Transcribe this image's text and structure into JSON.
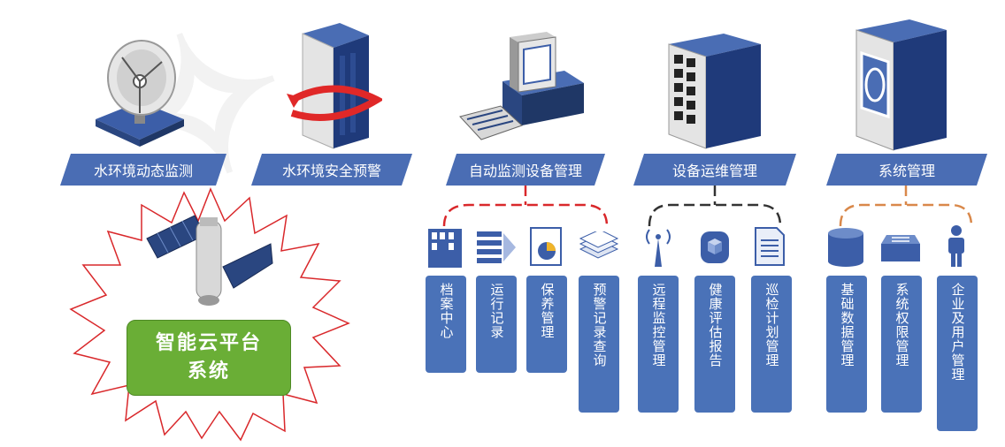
{
  "categories": [
    {
      "label": "水环境动态监测",
      "icon": "satellite-dish-icon"
    },
    {
      "label": "水环境安全预警",
      "icon": "server-shield-icon"
    },
    {
      "label": "自动监测设备管理",
      "icon": "computer-icon"
    },
    {
      "label": "设备运维管理",
      "icon": "rack-server-icon"
    },
    {
      "label": "系统管理",
      "icon": "mainframe-icon"
    }
  ],
  "modules": [
    {
      "label": "档案中心",
      "icon": "cabinet-icon"
    },
    {
      "label": "运行记录",
      "icon": "list-arrow-icon"
    },
    {
      "label": "保养管理",
      "icon": "pie-document-icon"
    },
    {
      "label": "预警记录查询",
      "icon": "stacked-pages-icon"
    },
    {
      "label": "远程监控管理",
      "icon": "antenna-icon"
    },
    {
      "label": "健康评估报告",
      "icon": "cube-icon"
    },
    {
      "label": "巡检计划管理",
      "icon": "document-icon"
    },
    {
      "label": "基础数据管理",
      "icon": "database-icon"
    },
    {
      "label": "系统权限管理",
      "icon": "network-switch-icon"
    },
    {
      "label": "企业及用户管理",
      "icon": "user-icon"
    }
  ],
  "core": {
    "line1": "智能云平台",
    "line2": "系统",
    "icon": "satellite-icon"
  },
  "colors": {
    "banner": "#4a6db4",
    "module": "#4a72b8",
    "core": "#6aae36",
    "bracket_red": "#d9282b",
    "bracket_dark": "#333333",
    "bracket_orange": "#d9884a"
  }
}
